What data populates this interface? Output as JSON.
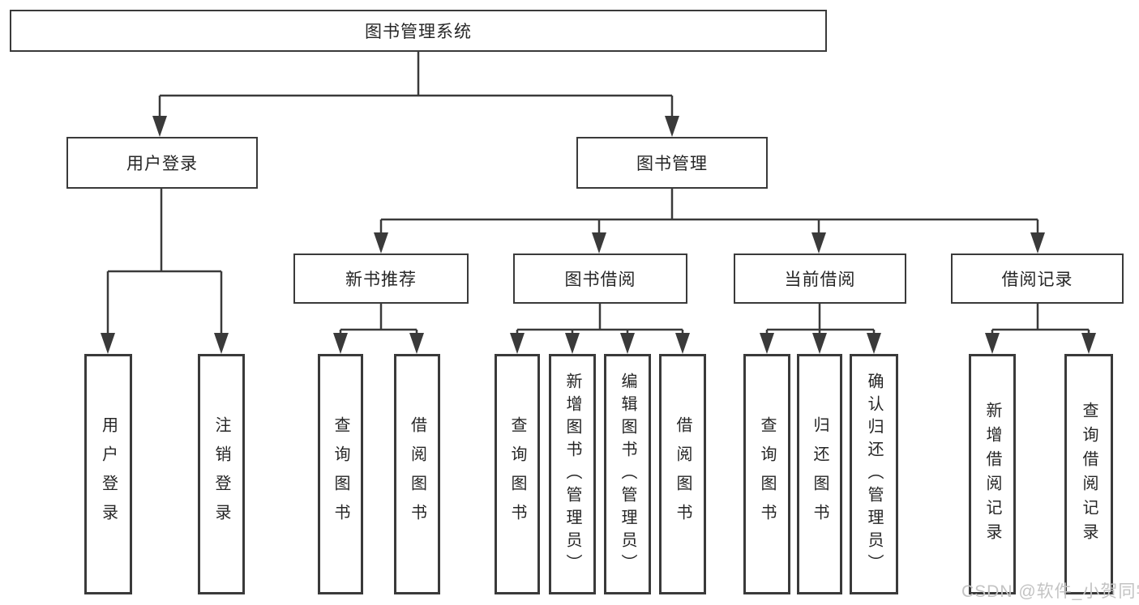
{
  "root": {
    "label": "图书管理系统"
  },
  "level2": {
    "user_login": {
      "label": "用户登录"
    },
    "book_mgmt": {
      "label": "图书管理"
    }
  },
  "level3": {
    "new_books": {
      "label": "新书推荐"
    },
    "borrow": {
      "label": "图书借阅"
    },
    "current": {
      "label": "当前借阅"
    },
    "records": {
      "label": "借阅记录"
    }
  },
  "leaves": {
    "user_login": {
      "label": "用户登录"
    },
    "logout": {
      "label": "注销登录"
    },
    "nb_query": {
      "label": "查询图书"
    },
    "nb_borrow": {
      "label": "借阅图书"
    },
    "bb_query": {
      "label": "查询图书"
    },
    "bb_add": {
      "label": "新增图书（管理员）"
    },
    "bb_edit": {
      "label": "编辑图书（管理员）"
    },
    "bb_borrow": {
      "label": "借阅图书"
    },
    "cb_query": {
      "label": "查询图书"
    },
    "cb_return": {
      "label": "归还图书"
    },
    "cb_confirm": {
      "label": "确认归还（管理员）"
    },
    "br_add": {
      "label": "新增借阅记录"
    },
    "br_query": {
      "label": "查询借阅记录"
    }
  },
  "watermark": {
    "text": "CSDN @软件_小贺同学"
  },
  "colors": {
    "line": "#3a3a3a",
    "text": "#262626",
    "watermark": "#c3c3c3",
    "background": "#ffffff"
  }
}
